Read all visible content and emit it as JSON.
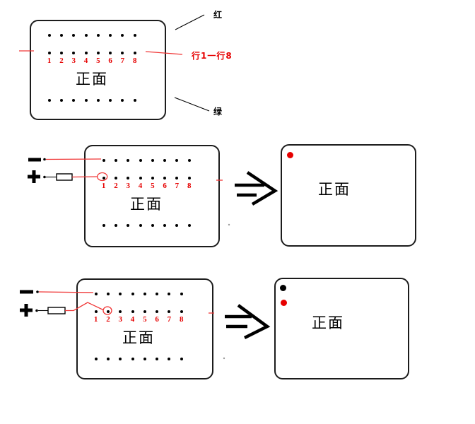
{
  "colors": {
    "red": "#e60000",
    "wire_red": "#f03636",
    "black": "#000000"
  },
  "board": {
    "columns": 8,
    "column_numbers": [
      "1",
      "2",
      "3",
      "4",
      "5",
      "6",
      "7",
      "8"
    ]
  },
  "sections": {
    "top": {
      "board_label": "正面",
      "red_annotation": "红",
      "row_range_annotation": "行1一行8",
      "green_annotation": "绿"
    },
    "middle": {
      "minus_symbol": "−",
      "plus_symbol": "+",
      "board_label": "正面",
      "result_label": "正面"
    },
    "bottom": {
      "minus_symbol": "−",
      "plus_symbol": "+",
      "board_label": "正面",
      "result_label": "正面"
    }
  }
}
